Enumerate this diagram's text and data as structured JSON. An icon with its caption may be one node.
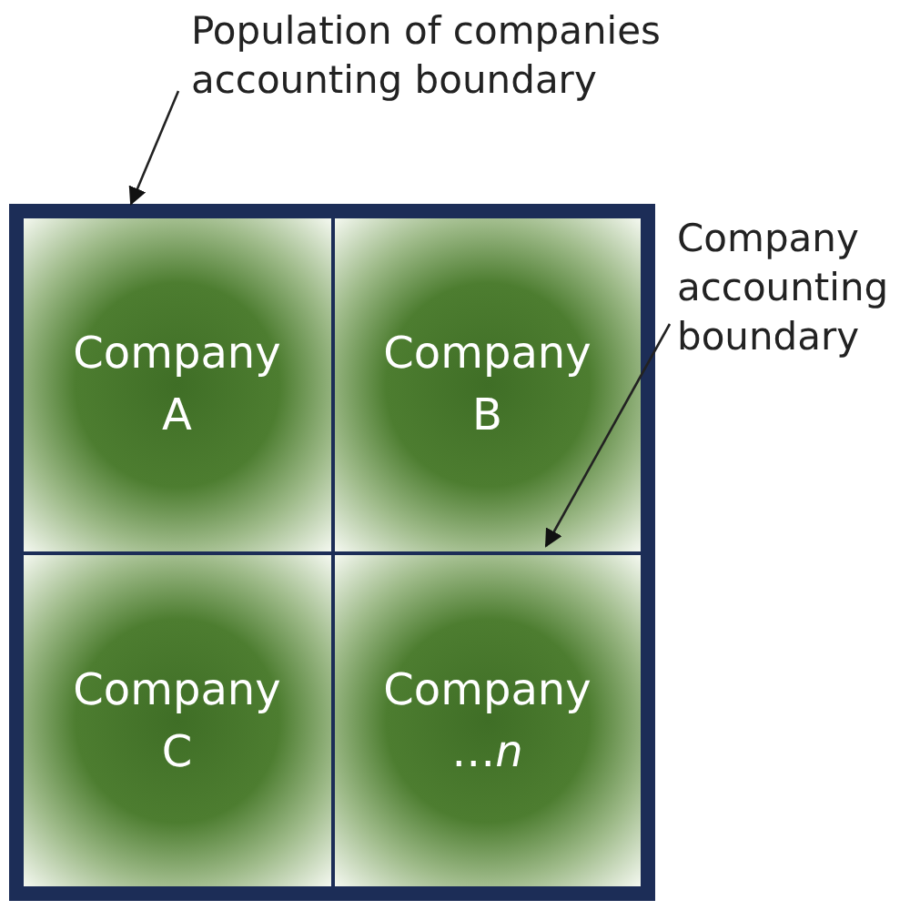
{
  "diagram": {
    "nodes": [
      {
        "text": [
          "Population of companies accounting boundary"
        ]
      },
      {
        "text": [],
        "shape": "box"
      },
      {
        "text": [
          "Company A"
        ],
        "in": 1
      },
      {
        "text": [
          "Company B"
        ],
        "in": 1
      },
      {
        "text": [
          "Company C"
        ],
        "in": 1
      },
      {
        "text": [
          "Company …*n*"
        ],
        "in": 1
      },
      {
        "text": [
          "Company accounting boundary"
        ]
      }
    ],
    "edges": [
      {
        "from": 0,
        "to": 1,
        "arrow": "to"
      },
      {
        "from": 6,
        "to": 3,
        "arrow": "to"
      }
    ]
  }
}
